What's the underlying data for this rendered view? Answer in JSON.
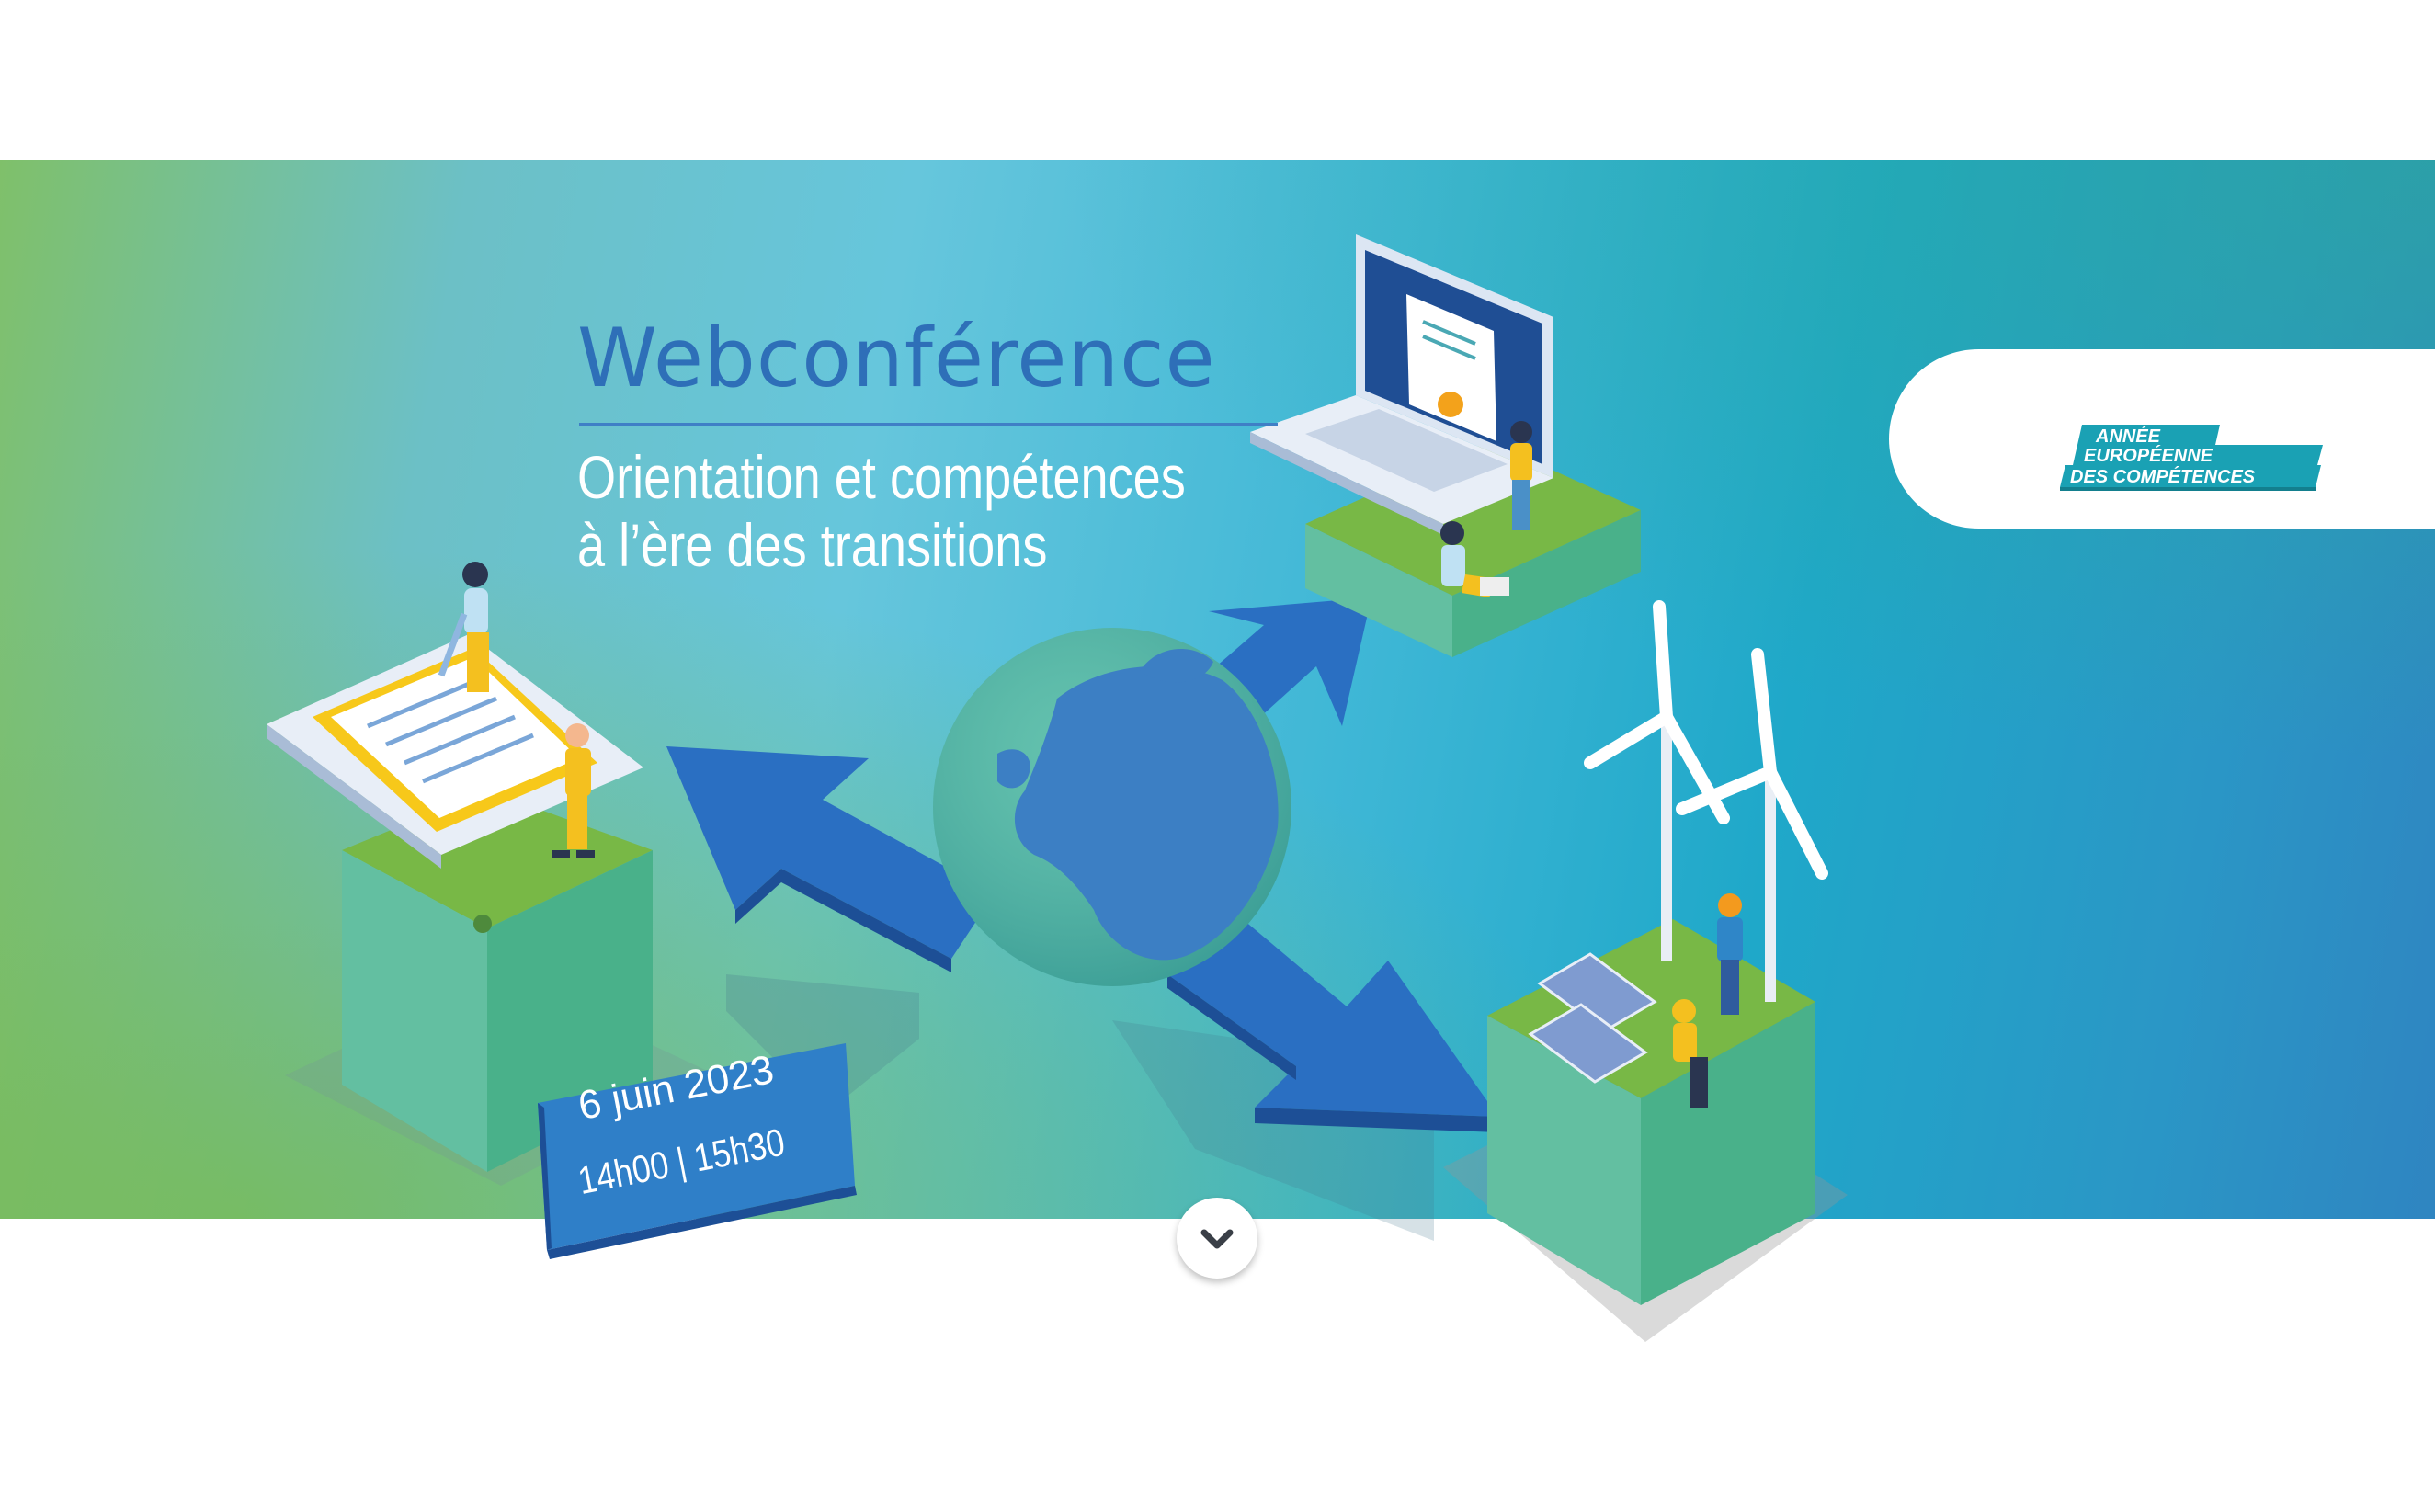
{
  "title": "Webconférence",
  "subtitle_lines": [
    "Orientation et compétences",
    "à l’ère des transitions"
  ],
  "badge": {
    "line1": "ANNÉE",
    "line2": "EUROPÉENNE",
    "line3": "DES COMPÉTENCES"
  },
  "event": {
    "date": "6 juin 2023",
    "time": "14h00 | 15h30"
  },
  "colors": {
    "title_blue": "#2e6fb8",
    "arrow_blue": "#2366b8",
    "badge_teal": "#1aa1b4",
    "star_orange": "#f3a21b"
  },
  "icons": {
    "scroll": "chevron-down-icon",
    "star": "star-icon",
    "globe": "europe-globe-icon"
  }
}
